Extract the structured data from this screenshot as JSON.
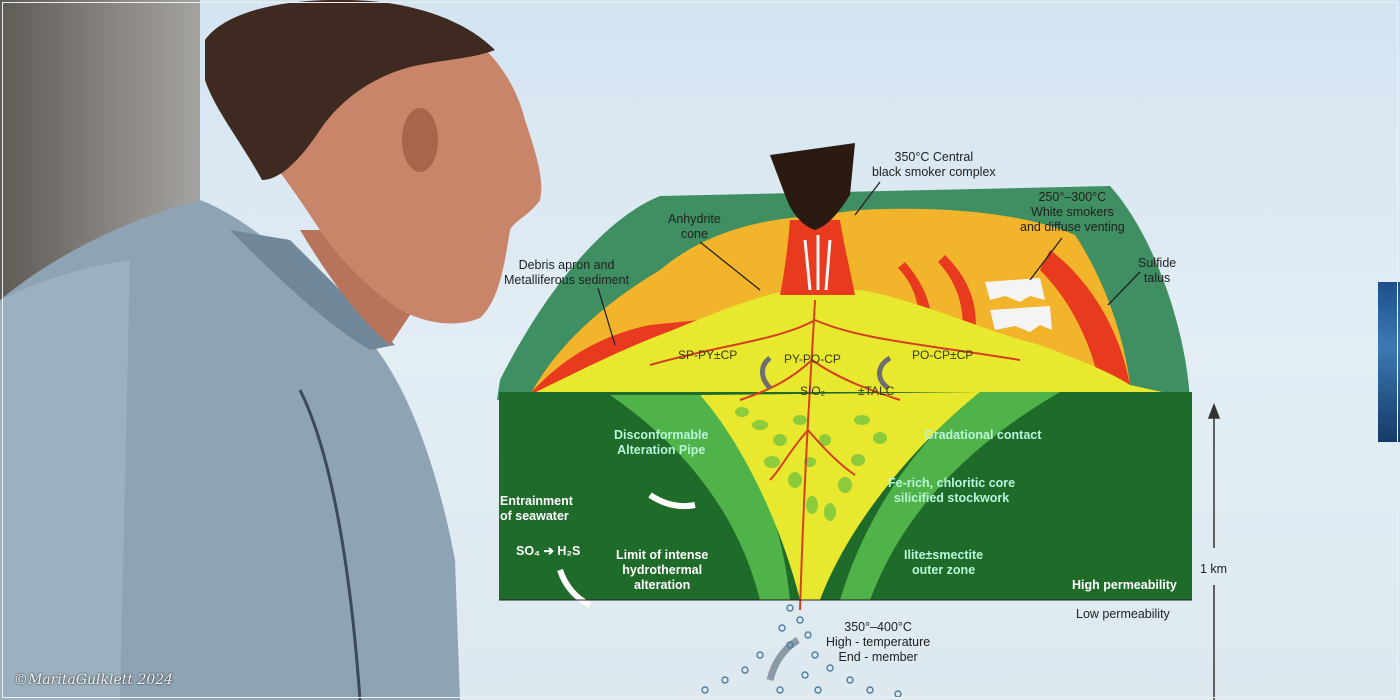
{
  "diagram": {
    "labels": {
      "central_smoker": "350°C Central\nblack smoker complex",
      "white_smokers": "250°–300°C\nWhite smokers\nand diffuse venting",
      "anhydrite": "Anhydrite\ncone",
      "debris": "Debris apron and\nMetalliferous sediment",
      "sulfide_talus": "Sulfide\ntalus",
      "sp_py_cp": "SP-PY±CP",
      "py_po_cp": "PY-PO-CP",
      "po_cp_cp": "PO-CP±CP",
      "sio2": "SIO₂",
      "talc": "±TALC",
      "disconformable": "Disconformable\nAlteration Pipe",
      "gradational": "Gradational contact",
      "entrainment": "Entrainment\nof seawater",
      "fe_rich": "Fe-rich, chloritic core\nsilicified stockwork",
      "so4": "SO₄ ➔ H₂S",
      "limit": "Limit of intense\nhydrothermal\nalteration",
      "illite": "Ilite±smectite\nouter zone",
      "high_perm": "High permeability",
      "low_perm": "Low permeability",
      "scale": "1 km",
      "end_member": "350°–400°C\nHigh - temperature\nEnd - member"
    },
    "colors": {
      "outer_green": "#3f8f63",
      "dark_green": "#1f6b2a",
      "pipe_green": "#4fb34a",
      "core_yellow": "#e8e82e",
      "mound_orange": "#f2b42a",
      "red_zone": "#e83a1e",
      "chimney": "#2a1a12"
    }
  },
  "watermark": "©MaritaGulklett 2024"
}
